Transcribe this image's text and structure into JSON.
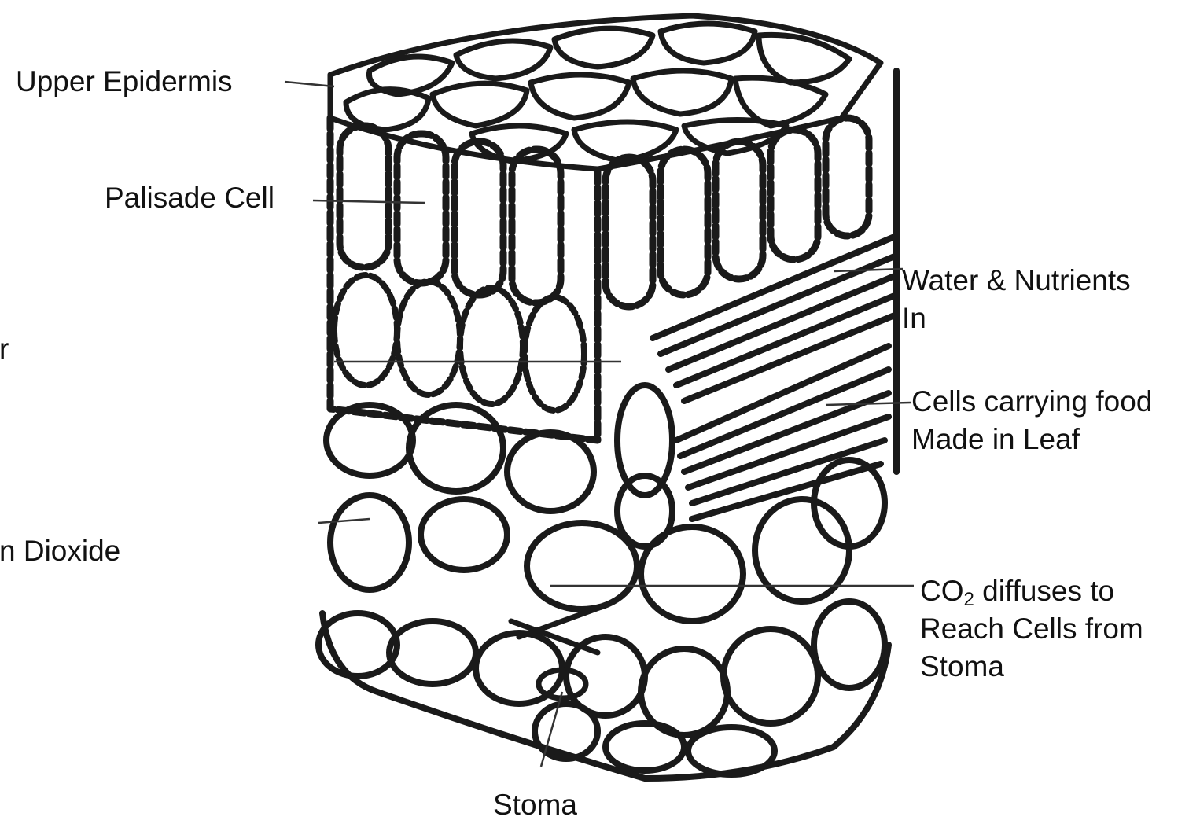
{
  "labels": {
    "upper_epidermis": "Upper Epidermis",
    "palisade_cell": "Palisade Cell",
    "left_cut_1": "r",
    "left_cut_2": "n Dioxide",
    "water_line1": "Water & Nutrients",
    "water_line2": "In",
    "cells_food_line1": "Cells carrying food",
    "cells_food_line2": "Made in Leaf",
    "co2_prefix": "CO",
    "co2_sub": "2",
    "co2_line1_rest": " diffuses to",
    "co2_line2": "Reach Cells from",
    "co2_line3": "Stoma",
    "stoma": "Stoma"
  },
  "colors": {
    "ink": "#111111",
    "background": "#ffffff"
  }
}
